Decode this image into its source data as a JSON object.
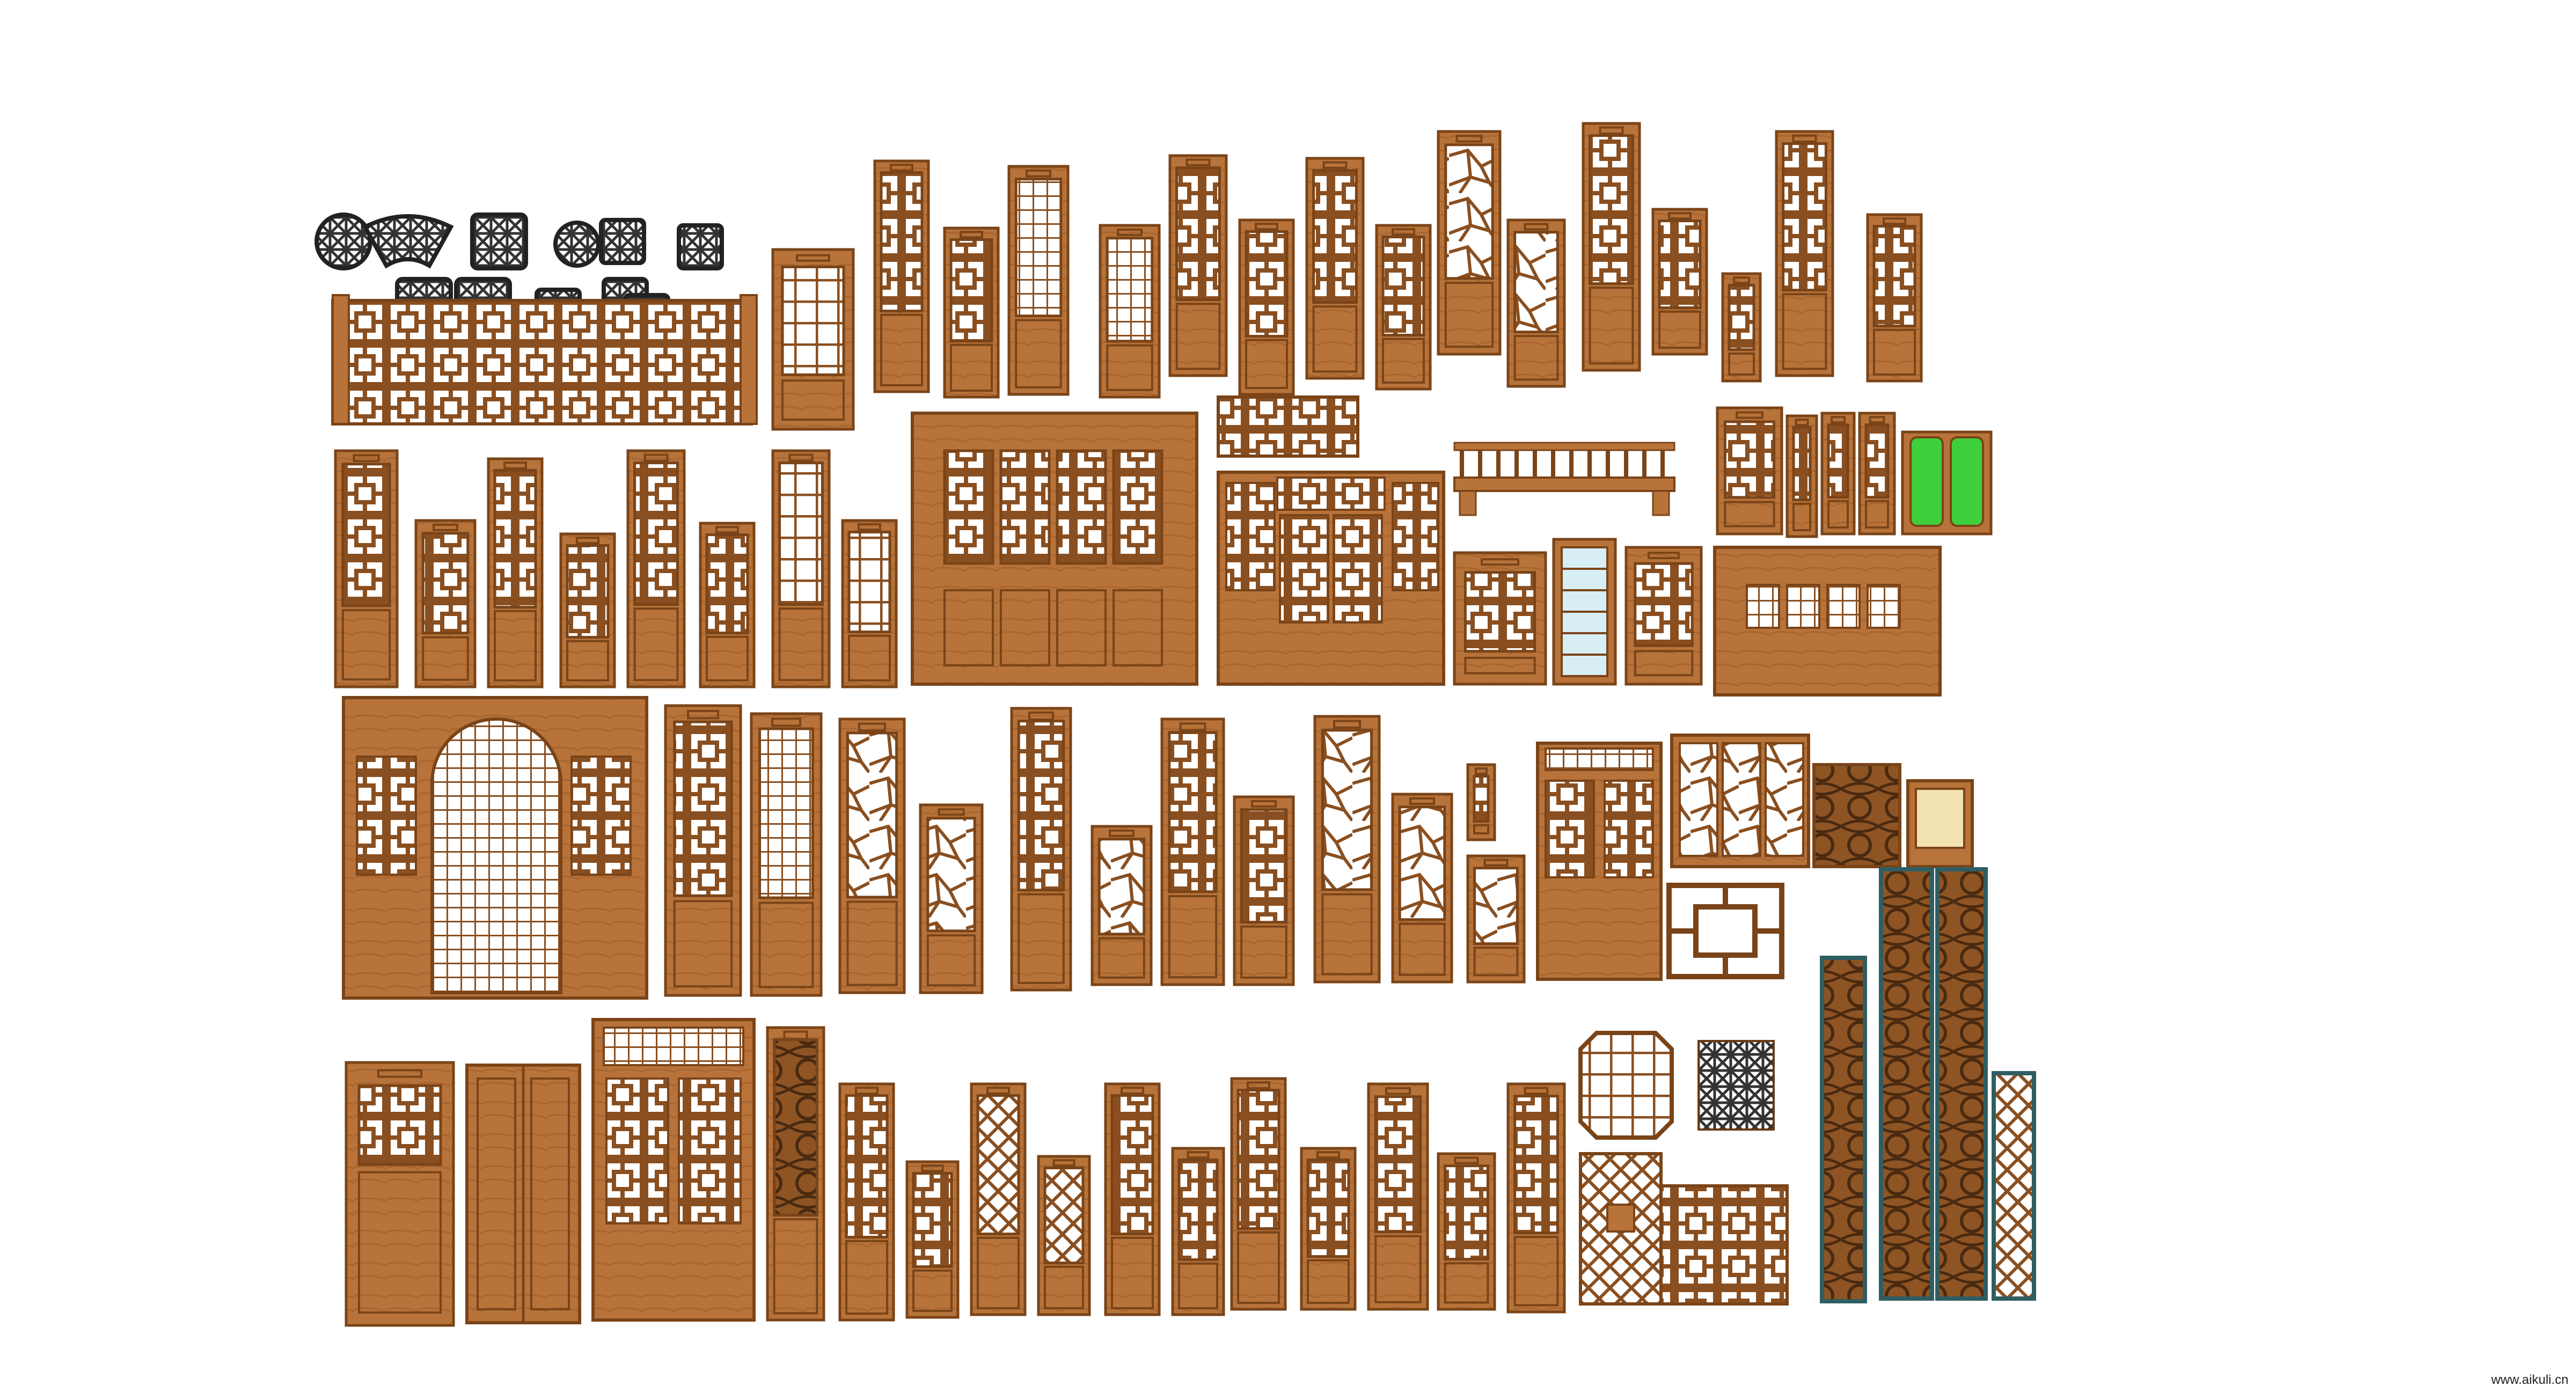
{
  "watermark": "www.aikuli.cn",
  "colors": {
    "wood": "#b8733a",
    "wood_dark": "#7a4418",
    "wood_light": "#cf8c4e",
    "lattice_bg": "#ffffff",
    "glass_blue": "#d8eef5",
    "glass_green": "#3fcf3a",
    "glass_teal": "#2a9c86",
    "carving_dark": "#3a3a3a",
    "border_teal": "#2f5e62"
  },
  "catalog": {
    "rows": [
      {
        "name": "row-1",
        "description_icons": [
          "round-lattice-window-icon",
          "fan-lattice-window-icon",
          "square-lattice-window-icon",
          "lattice-railing-icon",
          "lattice-door-icon"
        ]
      },
      {
        "name": "row-2",
        "description_icons": [
          "lattice-door-icon",
          "screen-partition-icon",
          "bench-icon",
          "glass-door-icon"
        ]
      },
      {
        "name": "row-3",
        "description_icons": [
          "moon-gate-partition-icon",
          "lattice-door-icon",
          "carved-panel-icon"
        ]
      },
      {
        "name": "row-4",
        "description_icons": [
          "lattice-door-icon",
          "octagonal-window-icon",
          "carved-column-panel-icon"
        ]
      }
    ]
  }
}
